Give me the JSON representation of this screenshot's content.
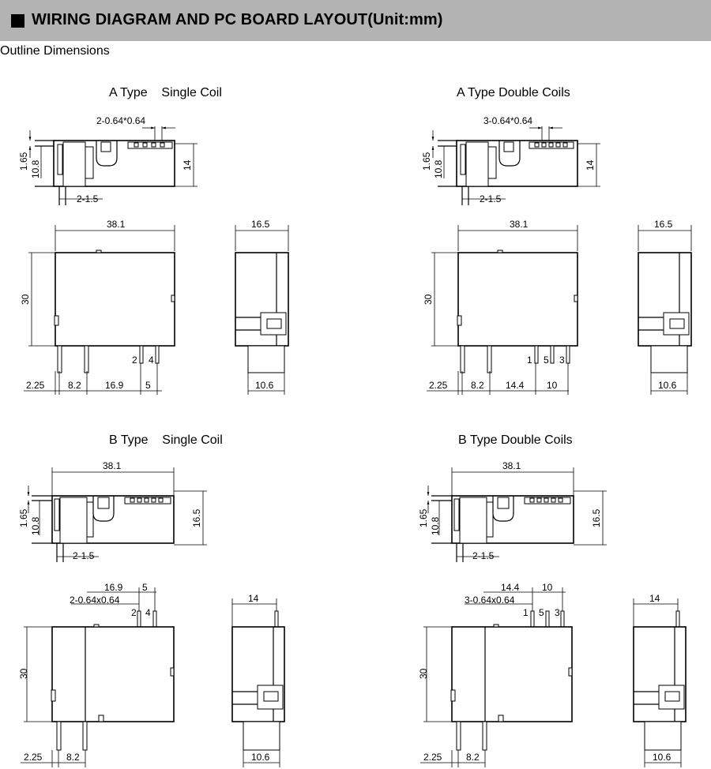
{
  "header": {
    "title": "WIRING DIAGRAM AND PC BOARD LAYOUT(Unit:mm)"
  },
  "subtitle": "Outline Dimensions",
  "panels": {
    "a_single": {
      "heading": "A Type    Single Coil",
      "dims": {
        "pin_size": "2-0.64*0.64",
        "d165": "1.65",
        "d108": "10.8",
        "d14": "14",
        "d21": "2-1.5",
        "w381": "38.1",
        "h30": "30",
        "w165": "16.5",
        "d106": "10.6",
        "b1": "2.25",
        "b2": "8.2",
        "b3": "16.9",
        "b4": "5",
        "pins": [
          "2",
          "4"
        ]
      }
    },
    "a_double": {
      "heading": "A Type Double Coils",
      "dims": {
        "pin_size": "3-0.64*0.64",
        "d165": "1.65",
        "d108": "10.8",
        "d14": "14",
        "d21": "2-1.5",
        "w381": "38.1",
        "h30": "30",
        "w165": "16.5",
        "d106": "10.6",
        "b1": "2.25",
        "b2": "8.2",
        "b3": "14.4",
        "b4": "10",
        "pins": [
          "1",
          "5",
          "3"
        ]
      }
    },
    "b_single": {
      "heading": "B Type    Single Coil",
      "dims": {
        "w381": "38.1",
        "d165": "1.65",
        "d108": "10.8",
        "h165": "16.5",
        "d21": "2-1.5",
        "t1": "16.9",
        "t2": "5",
        "pin_size": "2-0.64x0.64",
        "h30": "30",
        "w14": "14",
        "b1": "2.25",
        "b2": "8.2",
        "d106": "10.6",
        "pins": [
          "2",
          "4"
        ]
      }
    },
    "b_double": {
      "heading": "B Type Double Coils",
      "dims": {
        "w381": "38.1",
        "d165": "1.65",
        "d108": "10.8",
        "h165": "16.5",
        "d21": "2-1.5",
        "t1": "14.4",
        "t2": "10",
        "pin_size": "3-0.64x0.64",
        "h30": "30",
        "w14": "14",
        "b1": "2.25",
        "b2": "8.2",
        "d106": "10.6",
        "pins": [
          "1",
          "5",
          "3"
        ]
      }
    }
  }
}
